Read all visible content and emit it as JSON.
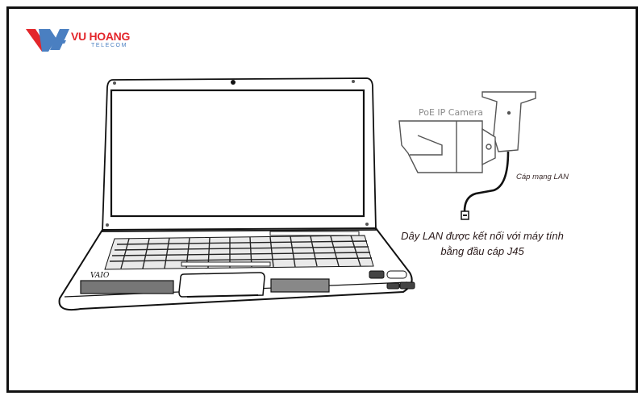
{
  "logo": {
    "name": "VU HOANG",
    "subtitle": "TELECOM",
    "colors": {
      "red": "#e3262b",
      "blue": "#4a7fc1"
    }
  },
  "diagram": {
    "camera_label": "PoE IP Camera",
    "cable_label": "Cáp mạng LAN",
    "description_line1": "Dây LAN được kết nối với máy tính",
    "description_line2": "bằng đầu cáp J45",
    "components": [
      "laptop",
      "poe-ip-camera",
      "lan-cable",
      "rj45-connector"
    ]
  }
}
